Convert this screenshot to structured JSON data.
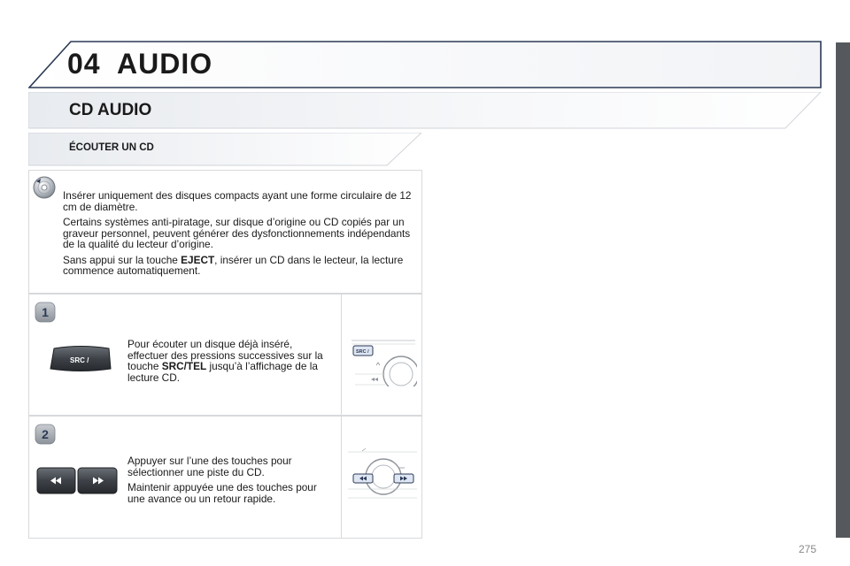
{
  "chapter": {
    "number": "04",
    "title": "AUDIO"
  },
  "section": {
    "title": "CD AUDIO"
  },
  "subsection": {
    "title": "ÉCOUTER UN CD"
  },
  "intro": {
    "p1": "Insérer uniquement des disques compacts ayant une forme circulaire de 12 cm de diamètre.",
    "p2": "Certains systèmes anti-piratage, sur disque d’origine ou CD copiés par un graveur personnel, peuvent générer des dysfonctionnements indépendants de la qualité du lecteur d’origine.",
    "p3_before": "Sans appui sur la touche ",
    "p3_bold": "EJECT",
    "p3_after": ", insérer un CD dans le lecteur, la lecture commence automatiquement."
  },
  "step1": {
    "badge": "1",
    "text_before": "Pour écouter un disque déjà inséré, effectuer des pressions successives sur la touche ",
    "text_bold": "SRC/TEL",
    "text_after": " jusqu’à l’affichage de la lecture CD.",
    "button_label": "SRC /",
    "console_label": "SRC /"
  },
  "step2": {
    "badge": "2",
    "p1": "Appuyer sur l’une des touches pour sélectionner une piste du CD.",
    "p2": "Maintenir appuyée une des touches pour une avance ou un retour rapide."
  },
  "page_number": "275",
  "colors": {
    "side_bar": "#55595d",
    "header_stroke": "#2b3a55",
    "box_border": "#d7d9dc"
  }
}
